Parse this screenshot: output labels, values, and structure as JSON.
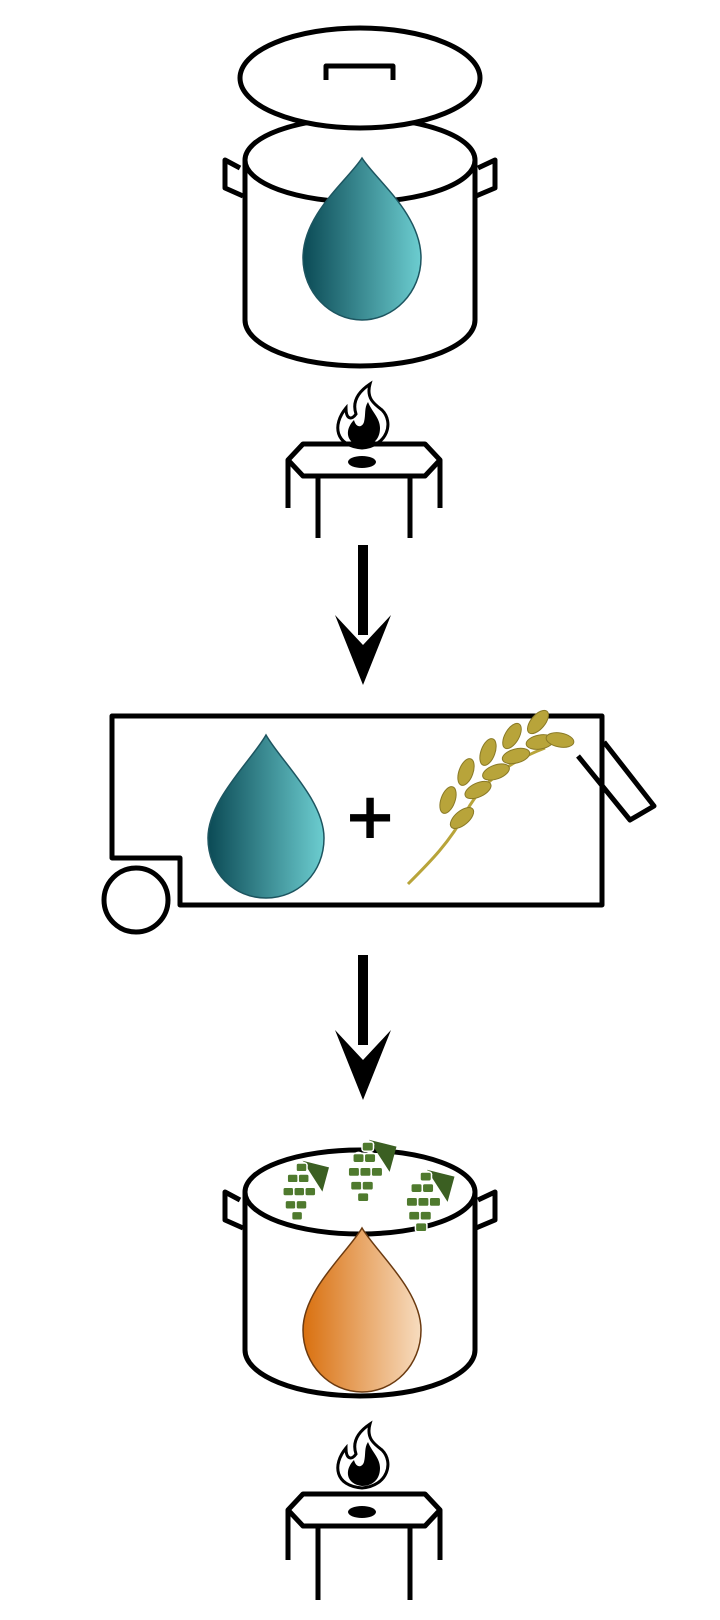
{
  "diagram": {
    "steps": [
      {
        "id": "heat-water",
        "items": [
          "water-drop-icon",
          "pot-icon",
          "lid-icon",
          "burner-icon",
          "flame-icon"
        ]
      },
      {
        "id": "mash",
        "items": [
          "water-drop-icon",
          "plus-icon",
          "grain-icon",
          "mash-tun-icon"
        ]
      },
      {
        "id": "boil-wort",
        "items": [
          "hop-cone-icon",
          "wort-drop-icon",
          "pot-icon",
          "burner-icon",
          "flame-icon"
        ]
      }
    ],
    "colors": {
      "water_dark": "#0b4a55",
      "water_light": "#6ccdd0",
      "wort_dark": "#d9700f",
      "wort_light": "#f7dcbf",
      "grain": "#b8a43a",
      "grain_dark": "#8a7a26",
      "hop": "#4f7a2e",
      "hop_dark": "#3b5f22",
      "line": "#000000"
    },
    "plus_symbol": "+"
  }
}
